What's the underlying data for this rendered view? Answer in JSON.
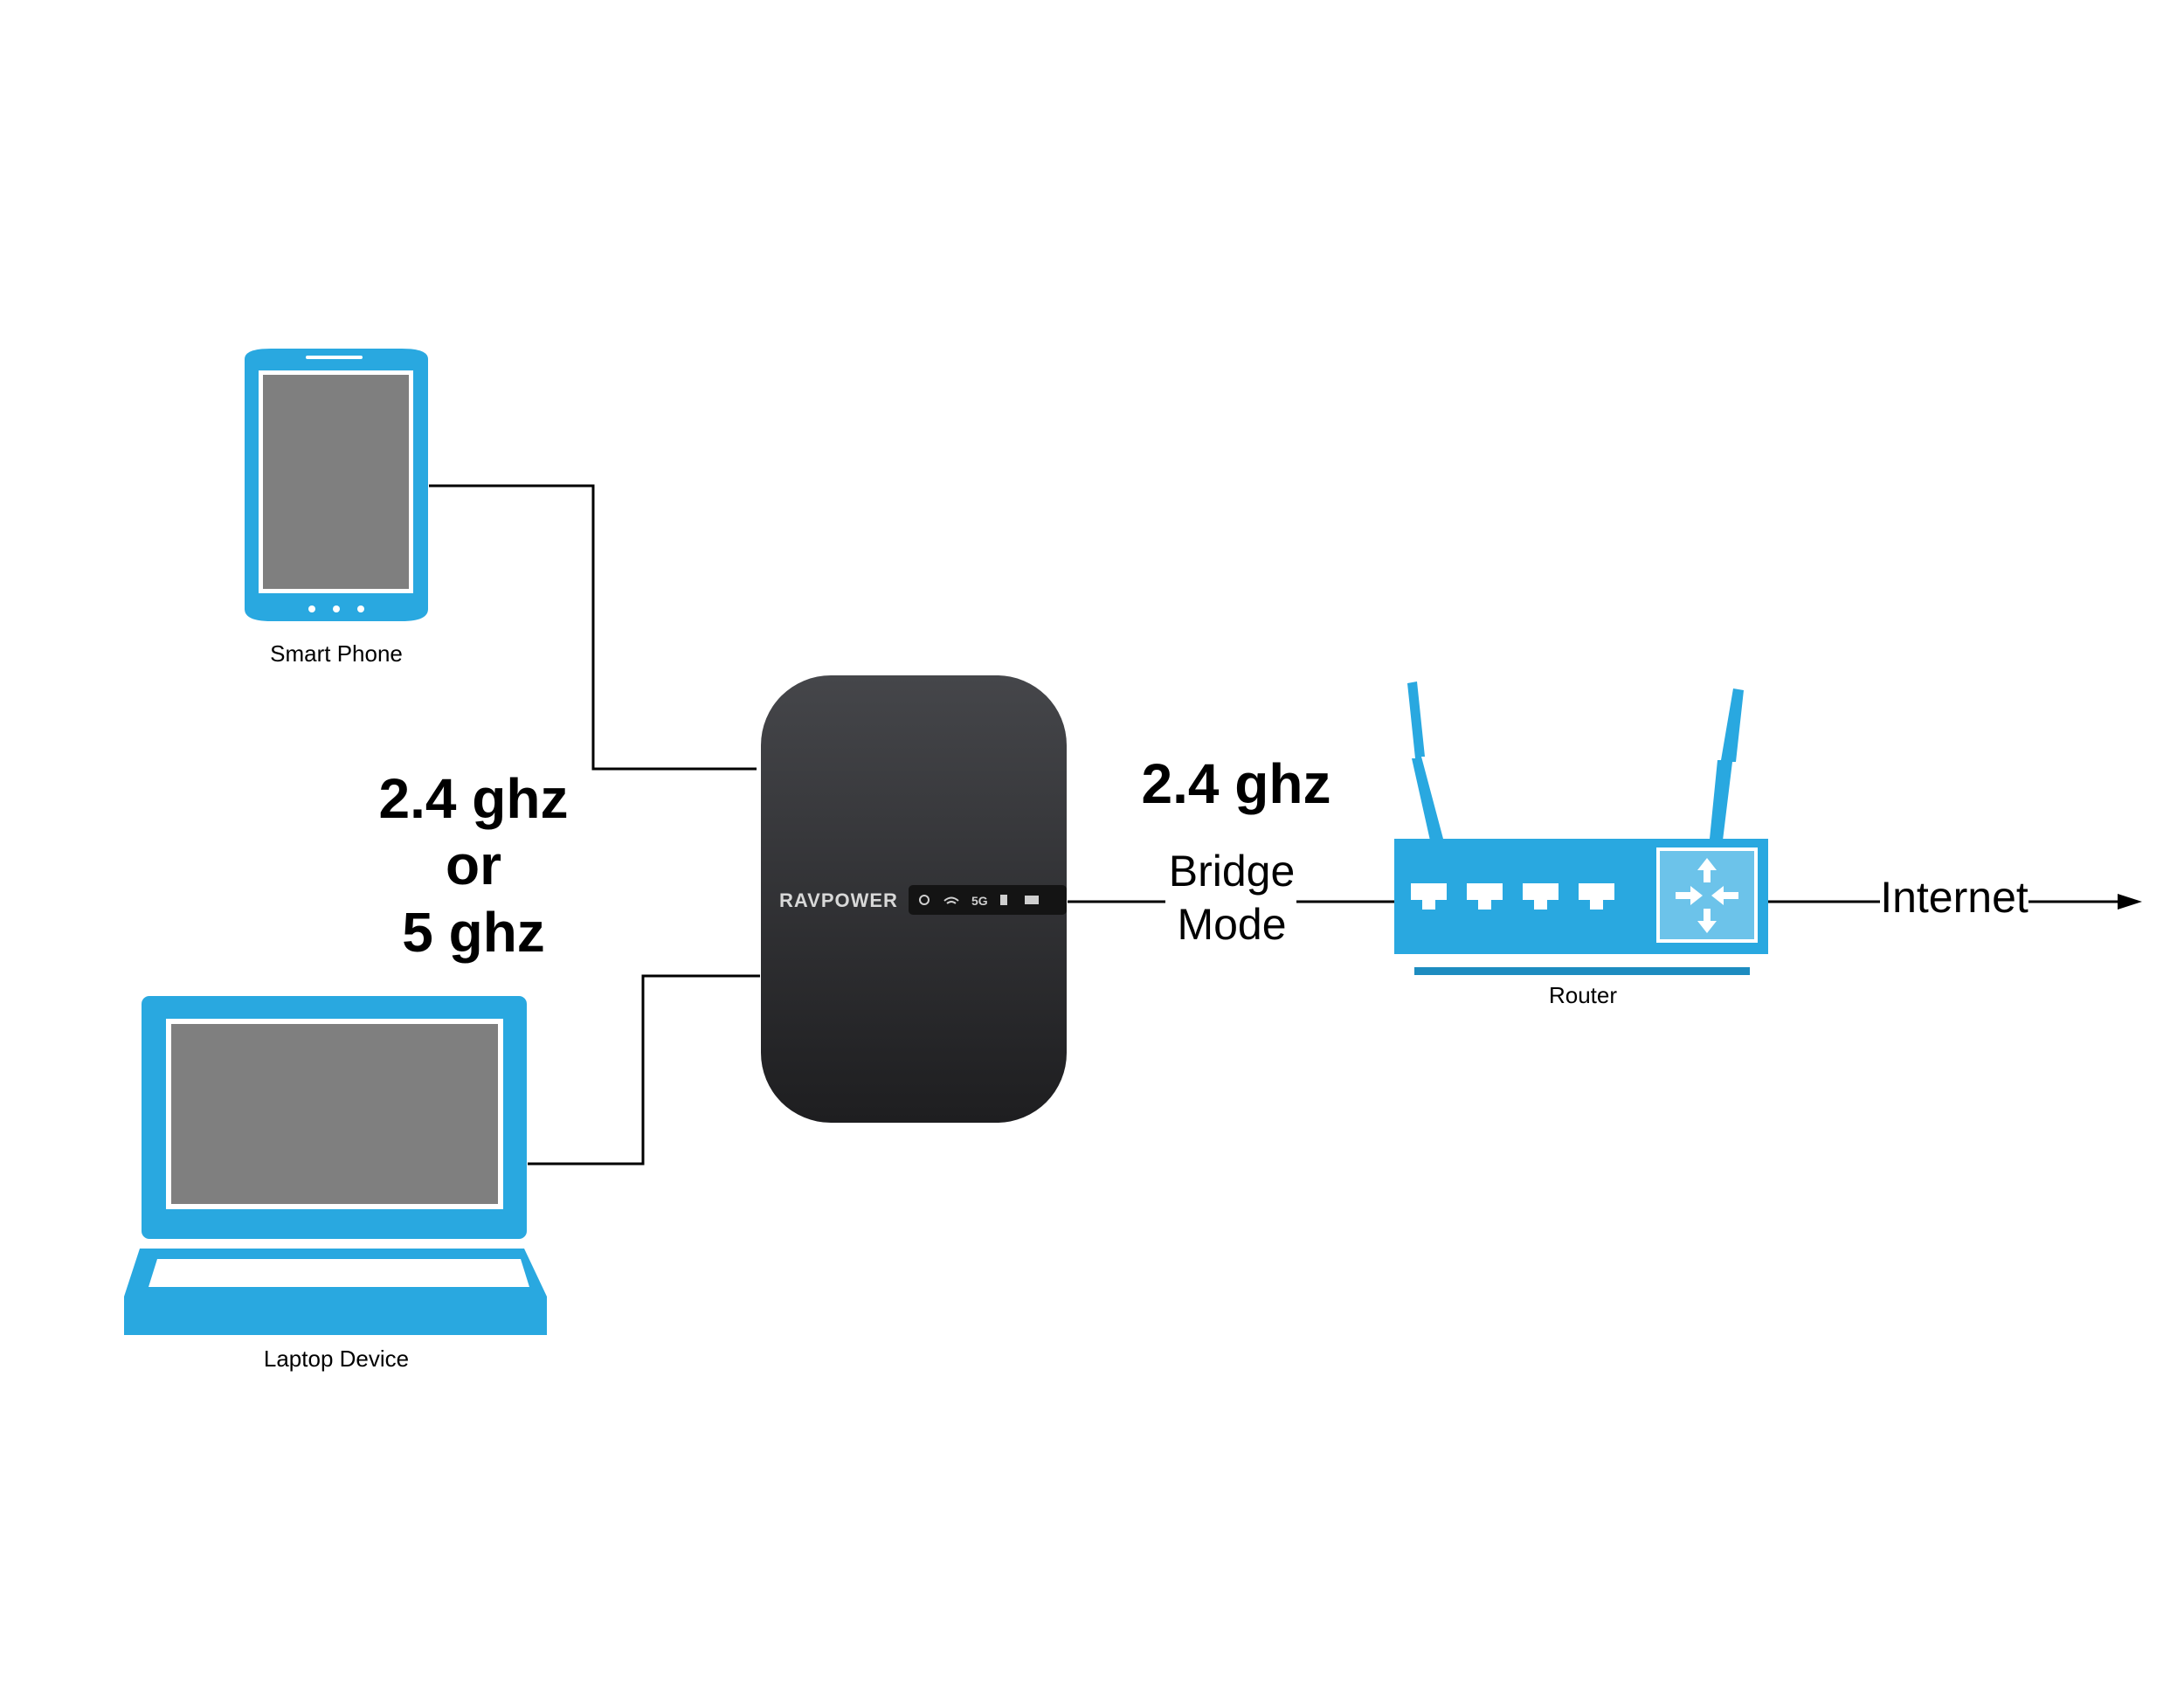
{
  "devices": {
    "phone_label": "Smart Phone",
    "laptop_label": "Laptop Device",
    "router_label": "Router",
    "hub_brand": "RAVPOWER",
    "hub_led_text": "5G"
  },
  "links": {
    "client_band_line1": "2.4 ghz",
    "client_band_line2": "or",
    "client_band_line3": "5 ghz",
    "uplink_band": "2.4 ghz",
    "mode_line1": "Bridge",
    "mode_line2": "Mode",
    "internet_label": "Internet"
  },
  "colors": {
    "device_blue": "#29a8e0",
    "screen_gray": "#7f7f7f",
    "hub_dark": "#2f2f31",
    "connector_black": "#000000"
  },
  "icons": [
    "phone-icon",
    "laptop-icon",
    "travel-router-icon",
    "router-icon",
    "arrow-right-icon"
  ]
}
